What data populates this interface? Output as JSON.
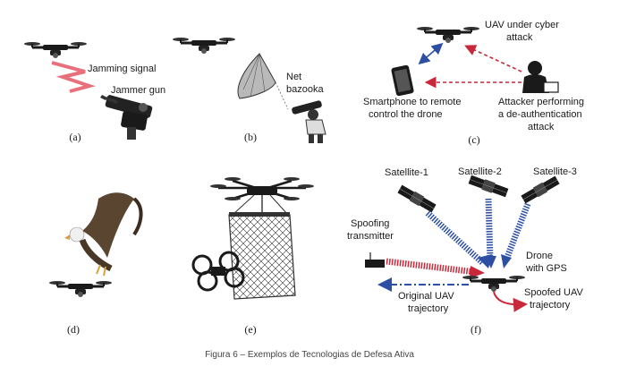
{
  "panels": {
    "a": {
      "label": "(a)",
      "jamming": "Jamming signal",
      "gun": "Jammer gun"
    },
    "b": {
      "label": "(b)",
      "net_line1": "Net",
      "net_line2": "bazooka"
    },
    "c": {
      "label": "(c)",
      "uav_line1": "UAV under cyber",
      "uav_line2": "attack",
      "phone_line1": "Smartphone to remote",
      "phone_line2": "control the drone",
      "attacker_line1": "Attacker performing",
      "attacker_line2": "a de-authentication",
      "attacker_line3": "attack"
    },
    "d": {
      "label": "(d)"
    },
    "e": {
      "label": "(e)"
    },
    "f": {
      "label": "(f)",
      "sat1": "Satellite-1",
      "sat2": "Satellite-2",
      "sat3": "Satellite-3",
      "spoof_line1": "Spoofing",
      "spoof_line2": "transmitter",
      "drone_line1": "Drone",
      "drone_line2": "with GPS",
      "orig_line1": "Original UAV",
      "orig_line2": "trajectory",
      "spoofed_line1": "Spoofed UAV",
      "spoofed_line2": "trajectory"
    }
  },
  "caption": "Figura 6 – Exemplos de Tecnologias de Defesa Ativa",
  "colors": {
    "blue": "#2d4fa3",
    "red": "#c8283a",
    "dark": "#1a1a1a"
  }
}
